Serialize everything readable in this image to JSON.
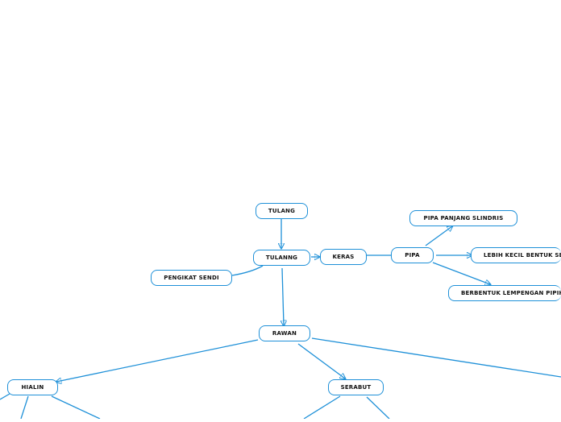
{
  "colors": {
    "line": "#1e90d8",
    "node_border": "#1e90d8",
    "node_text": "#111111",
    "background": "#ffffff"
  },
  "nodes": {
    "tulang_top": "TULANG",
    "tulanng": "TULANNG",
    "pengikat_sendi": "PENGIKAT SENDI",
    "keras": "KERAS",
    "pipa": "PIPA",
    "pipa_panjang": "PIPA PANJANG SLINDRIS",
    "lebih_kecil": "LEBIH KECIL BENTUK SE",
    "berbentuk": "BERBENTUK LEMPENGAN PIPIH",
    "rawan": "RAWAN",
    "hialin": "HIALIN",
    "serabut": "SERABUT"
  }
}
